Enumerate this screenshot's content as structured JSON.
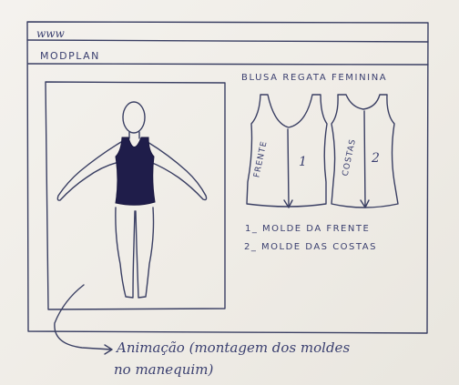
{
  "browser": {
    "url": "www"
  },
  "app": {
    "name": "MODPLAN"
  },
  "pattern": {
    "title": "BLUSA REGATA FEMININA",
    "front_label": "FRENTE",
    "front_number": "1",
    "back_label": "COSTAS",
    "back_number": "2"
  },
  "legend": {
    "item1": "1_ MOLDE DA FRENTE",
    "item2": "2_ MOLDE DAS COSTAS"
  },
  "annotation": {
    "line1": "Animação (montagem dos moldes",
    "line2": "no manequim)"
  },
  "colors": {
    "ink": "#3a3f63",
    "garment": "#1f1d4a"
  }
}
